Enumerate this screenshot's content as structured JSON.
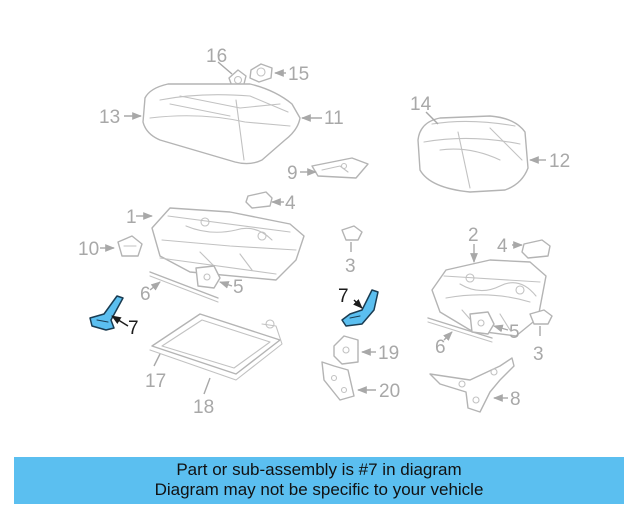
{
  "highlight_color": "#5bbff0",
  "callouts": {
    "c16": "16",
    "c15": "15",
    "c13": "13",
    "c11": "11",
    "c14": "14",
    "c12": "12",
    "c9": "9",
    "c4a": "4",
    "c1": "1",
    "c10": "10",
    "c6a": "6",
    "c5a": "5",
    "c7a": "7",
    "c17": "17",
    "c18": "18",
    "c3a": "3",
    "c7b": "7",
    "c19": "19",
    "c20": "20",
    "c2": "2",
    "c4b": "4",
    "c5b": "5",
    "c6b": "6",
    "c3b": "3",
    "c8": "8"
  },
  "caption": {
    "line1": "Part or sub-assembly is #7 in diagram",
    "line2": "Diagram may not be specific to your vehicle"
  }
}
